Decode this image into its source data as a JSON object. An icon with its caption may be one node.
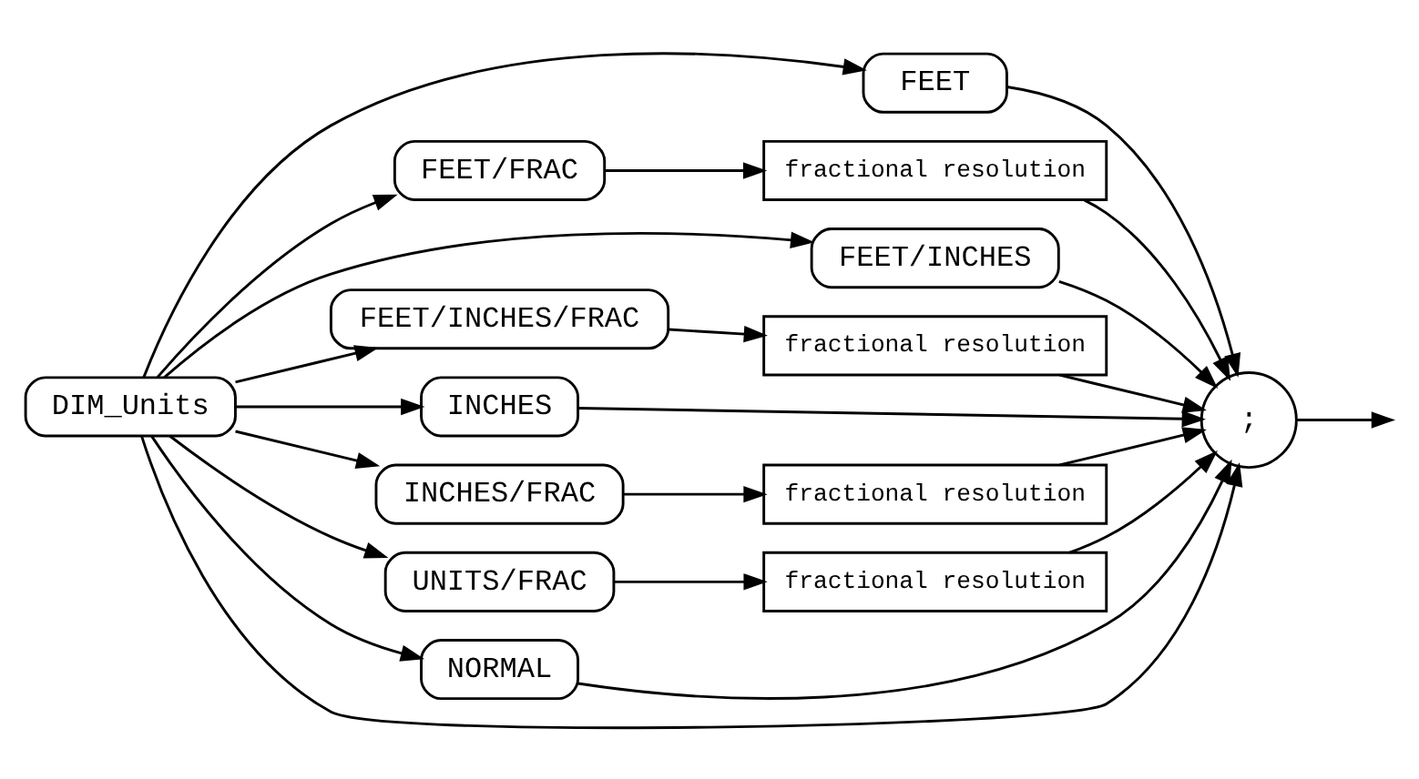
{
  "diagram": {
    "nodes": [
      {
        "text": [
          "DIM_Units"
        ]
      },
      {
        "text": [
          "FEET"
        ]
      },
      {
        "text": [
          "FEET/FRAC"
        ]
      },
      {
        "text": [
          "fractional resolution"
        ]
      },
      {
        "text": [
          "FEET/INCHES"
        ]
      },
      {
        "text": [
          "FEET/INCHES/FRAC"
        ]
      },
      {
        "text": [
          "fractional resolution"
        ]
      },
      {
        "text": [
          "INCHES"
        ]
      },
      {
        "text": [
          "INCHES/FRAC"
        ]
      },
      {
        "text": [
          "fractional resolution"
        ]
      },
      {
        "text": [
          "UNITS/FRAC"
        ]
      },
      {
        "text": [
          "fractional resolution"
        ]
      },
      {
        "text": [
          "NORMAL"
        ]
      },
      {
        "text": [
          ";"
        ]
      }
    ],
    "edges": [
      {
        "from": 0,
        "to": 13,
        "arrow": "to"
      },
      {
        "from": 0,
        "to": 1,
        "arrow": "to"
      },
      {
        "from": 0,
        "to": 2,
        "arrow": "to"
      },
      {
        "from": 0,
        "to": 4,
        "arrow": "to"
      },
      {
        "from": 0,
        "to": 5,
        "arrow": "to"
      },
      {
        "from": 0,
        "to": 7,
        "arrow": "to"
      },
      {
        "from": 0,
        "to": 8,
        "arrow": "to"
      },
      {
        "from": 0,
        "to": 10,
        "arrow": "to"
      },
      {
        "from": 0,
        "to": 12,
        "arrow": "to"
      },
      {
        "from": 2,
        "to": 3,
        "arrow": "to"
      },
      {
        "from": 5,
        "to": 6,
        "arrow": "to"
      },
      {
        "from": 8,
        "to": 9,
        "arrow": "to"
      },
      {
        "from": 10,
        "to": 11,
        "arrow": "to"
      },
      {
        "from": 1,
        "to": 13,
        "arrow": "to"
      },
      {
        "from": 3,
        "to": 13,
        "arrow": "to"
      },
      {
        "from": 4,
        "to": 13,
        "arrow": "to"
      },
      {
        "from": 6,
        "to": 13,
        "arrow": "to"
      },
      {
        "from": 7,
        "to": 13,
        "arrow": "to"
      },
      {
        "from": 9,
        "to": 13,
        "arrow": "to"
      },
      {
        "from": 11,
        "to": 13,
        "arrow": "to"
      },
      {
        "from": 12,
        "to": 13,
        "arrow": "to"
      },
      {
        "from": 13,
        "to": null,
        "arrow": "to"
      }
    ]
  }
}
